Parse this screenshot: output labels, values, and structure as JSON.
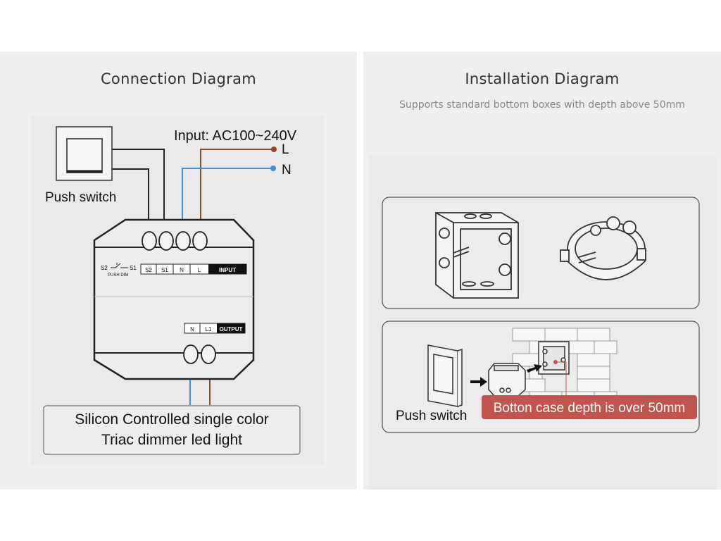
{
  "connection": {
    "title": "Connection Diagram",
    "input_label": "Input: AC100~240V",
    "terminal_l": "L",
    "terminal_n": "N",
    "push_switch_label": "Push switch",
    "switch_marking_s2": "S2",
    "switch_marking_s1": "S1",
    "switch_marking_push_dim": "PUSH DIM",
    "input_terminals": [
      "S2",
      "S1",
      "N",
      "L"
    ],
    "input_tag": "INPUT",
    "output_terminals": [
      "N",
      "L1"
    ],
    "output_tag": "OUTPUT",
    "product_line1": "Silicon Controlled single color",
    "product_line2": "Triac dimmer led light",
    "colors": {
      "live_wire": "#8b4a2b",
      "neutral_wire": "#3d8fd6",
      "switch_wire": "#222222"
    }
  },
  "installation": {
    "title": "Installation Diagram",
    "subtitle": "Supports standard bottom boxes with depth above 50mm",
    "push_switch_label": "Push switch",
    "depth_note": "Botton case depth is over 50mm",
    "colors": {
      "note_bg": "#c0554e",
      "note_text": "#ffffff"
    }
  }
}
